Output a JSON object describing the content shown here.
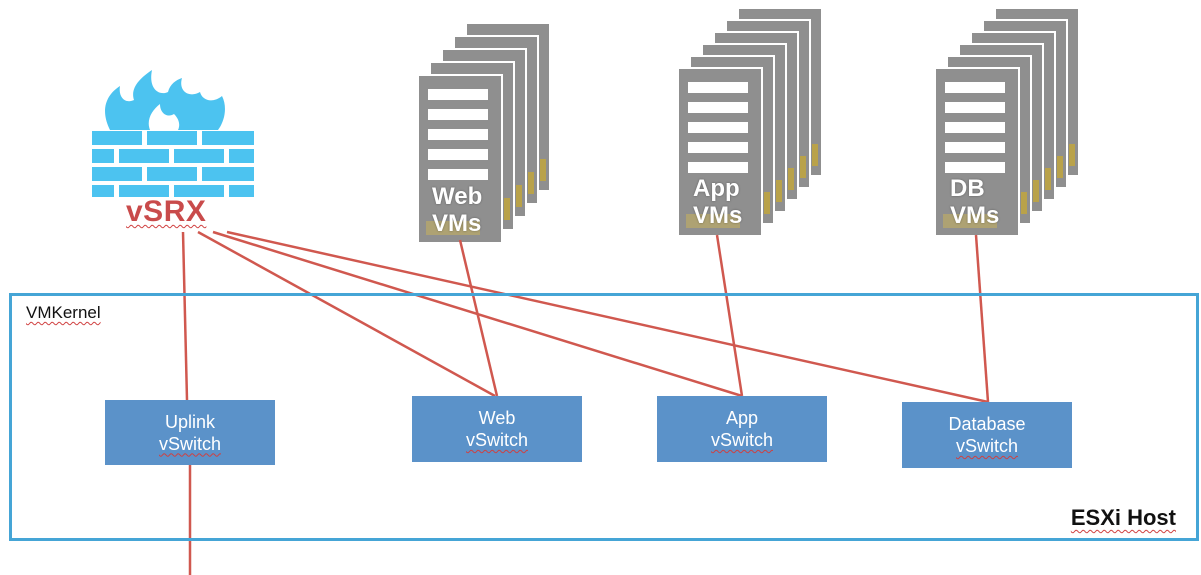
{
  "firewall": {
    "label": "vSRX",
    "icon": "firewall-icon"
  },
  "vm_groups": [
    {
      "id": "web",
      "line1": "Web",
      "line2": "VMs"
    },
    {
      "id": "app",
      "line1": "App",
      "line2": "VMs"
    },
    {
      "id": "db",
      "line1": "DB",
      "line2": "VMs"
    }
  ],
  "host": {
    "kernel_label": "VMKernel",
    "name": "ESXi Host"
  },
  "vswitches": [
    {
      "id": "uplink",
      "line1": "Uplink",
      "line2": "vSwitch"
    },
    {
      "id": "web",
      "line1": "Web",
      "line2": "vSwitch"
    },
    {
      "id": "app",
      "line1": "App",
      "line2": "vSwitch"
    },
    {
      "id": "database",
      "line1": "Database",
      "line2": "vSwitch"
    }
  ],
  "colors": {
    "link": "#d0584f",
    "host_border": "#45a5d6",
    "vswitch_fill": "#5b92c9",
    "firewall": "#4cc3f0",
    "server": "#8f8f8f"
  }
}
